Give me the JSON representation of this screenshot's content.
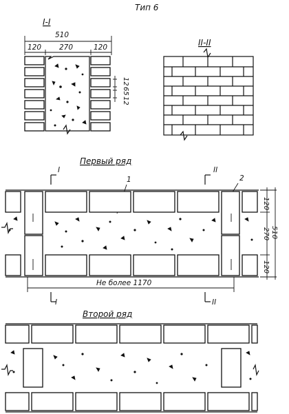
{
  "title": "Тип 6",
  "section1": {
    "label": "I-I",
    "total": "510",
    "parts": [
      "120",
      "270",
      "120"
    ],
    "vert": [
      "12",
      "65",
      "12"
    ]
  },
  "section2": {
    "label": "II-II"
  },
  "row1": {
    "label": "Первый ряд",
    "cut_left": "I",
    "cut_right": "II",
    "callout1": "1",
    "callout2": "2",
    "dims_right": [
      "120",
      "270",
      "120"
    ],
    "total_right": "510",
    "span": "Не более 1170"
  },
  "row2": {
    "label": "Второй ряд"
  }
}
